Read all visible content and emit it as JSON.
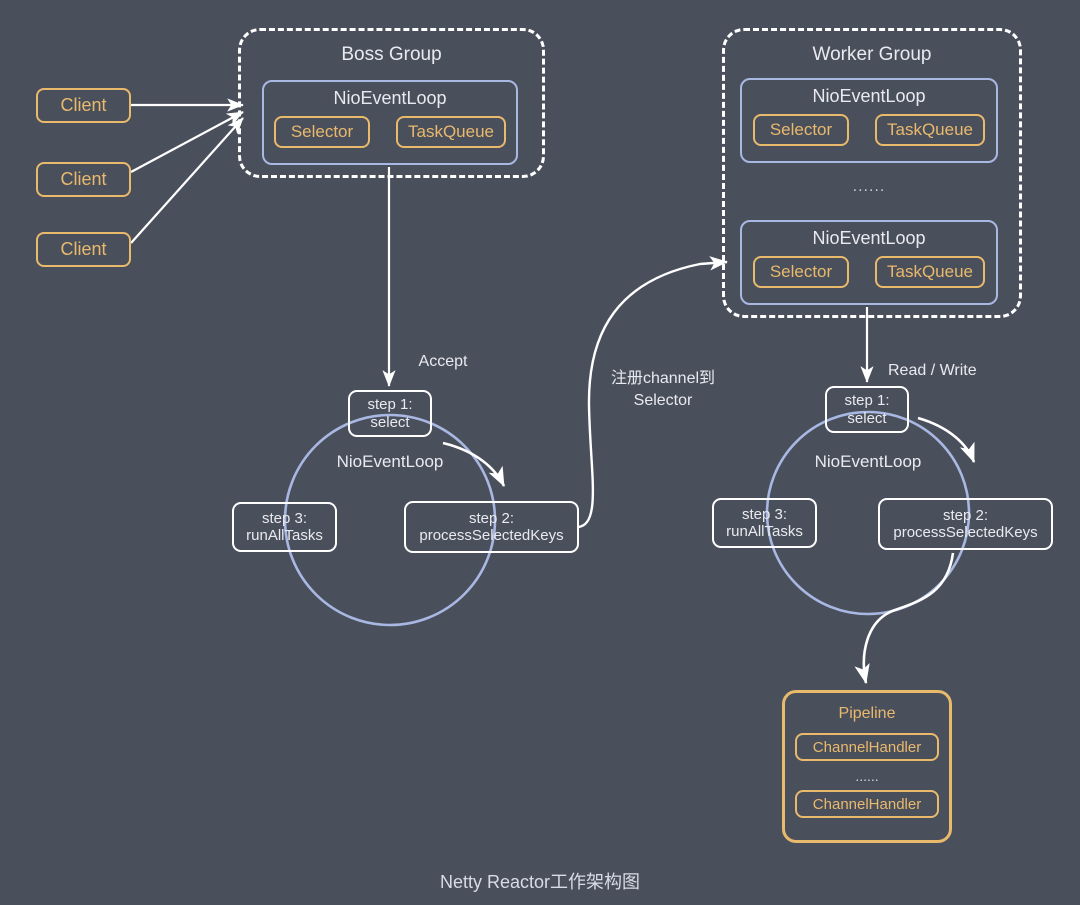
{
  "diagram": {
    "caption": "Netty Reactor工作架构图",
    "colors": {
      "background": "#4a4f5c",
      "orange": "#e9b96c",
      "blue": "#a9b8e2",
      "white": "#ffffff",
      "text": "#e8eaef"
    },
    "clients": [
      {
        "label": "Client"
      },
      {
        "label": "Client"
      },
      {
        "label": "Client"
      }
    ],
    "boss_group": {
      "title": "Boss Group",
      "event_loops": [
        {
          "title": "NioEventLoop",
          "parts": [
            {
              "label": "Selector"
            },
            {
              "label": "TaskQueue"
            }
          ]
        }
      ]
    },
    "worker_group": {
      "title": "Worker Group",
      "ellipsis": "......",
      "event_loops": [
        {
          "title": "NioEventLoop",
          "parts": [
            {
              "label": "Selector"
            },
            {
              "label": "TaskQueue"
            }
          ]
        },
        {
          "title": "NioEventLoop",
          "parts": [
            {
              "label": "Selector"
            },
            {
              "label": "TaskQueue"
            }
          ]
        }
      ]
    },
    "boss_loop_cycle": {
      "center_label": "NioEventLoop",
      "incoming_edge_label": "Accept",
      "steps": [
        {
          "line1": "step 1:",
          "line2": "select"
        },
        {
          "line1": "step 2:",
          "line2": "processSelectedKeys"
        },
        {
          "line1": "step 3:",
          "line2": "runAllTasks"
        }
      ]
    },
    "worker_loop_cycle": {
      "center_label": "NioEventLoop",
      "incoming_edge_label": "Read / Write",
      "steps": [
        {
          "line1": "step 1:",
          "line2": "select"
        },
        {
          "line1": "step 2:",
          "line2": "processSelectedKeys"
        },
        {
          "line1": "step 3:",
          "line2": "runAllTasks"
        }
      ]
    },
    "register_edge": {
      "line1": "注册channel到",
      "line2": "Selector"
    },
    "pipeline": {
      "title": "Pipeline",
      "ellipsis": "......",
      "handlers": [
        {
          "label": "ChannelHandler"
        },
        {
          "label": "ChannelHandler"
        }
      ]
    }
  }
}
